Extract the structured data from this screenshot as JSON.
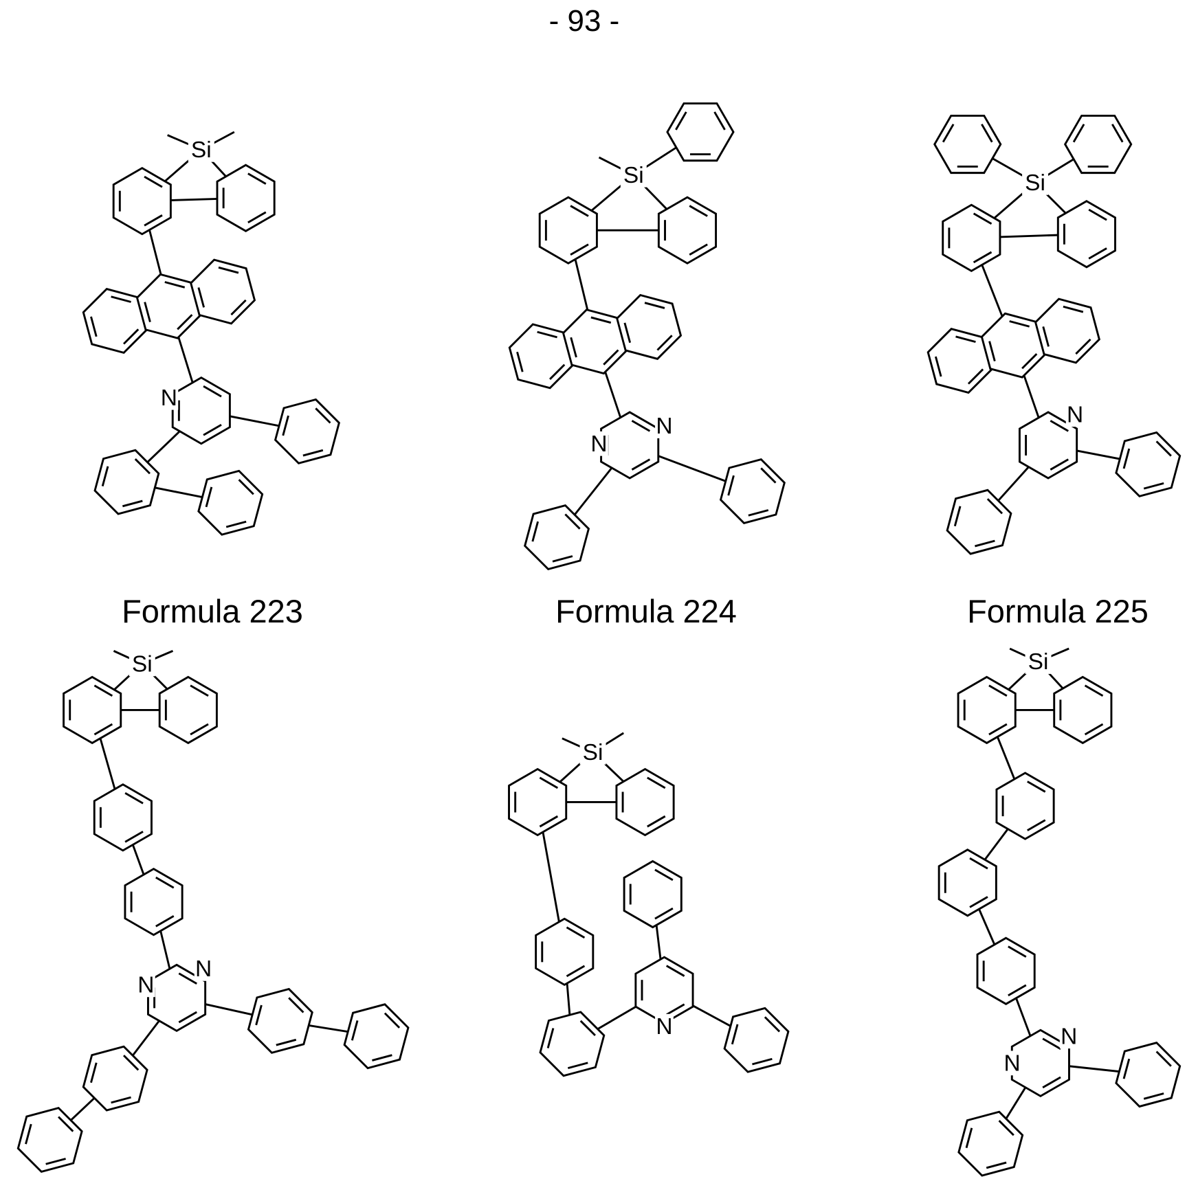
{
  "page_number": "- 93 -",
  "captions": [
    "Formula 223",
    "Formula 224",
    "Formula 225"
  ],
  "atom_labels": {
    "silicon": "Si",
    "nitrogen": "N"
  }
}
